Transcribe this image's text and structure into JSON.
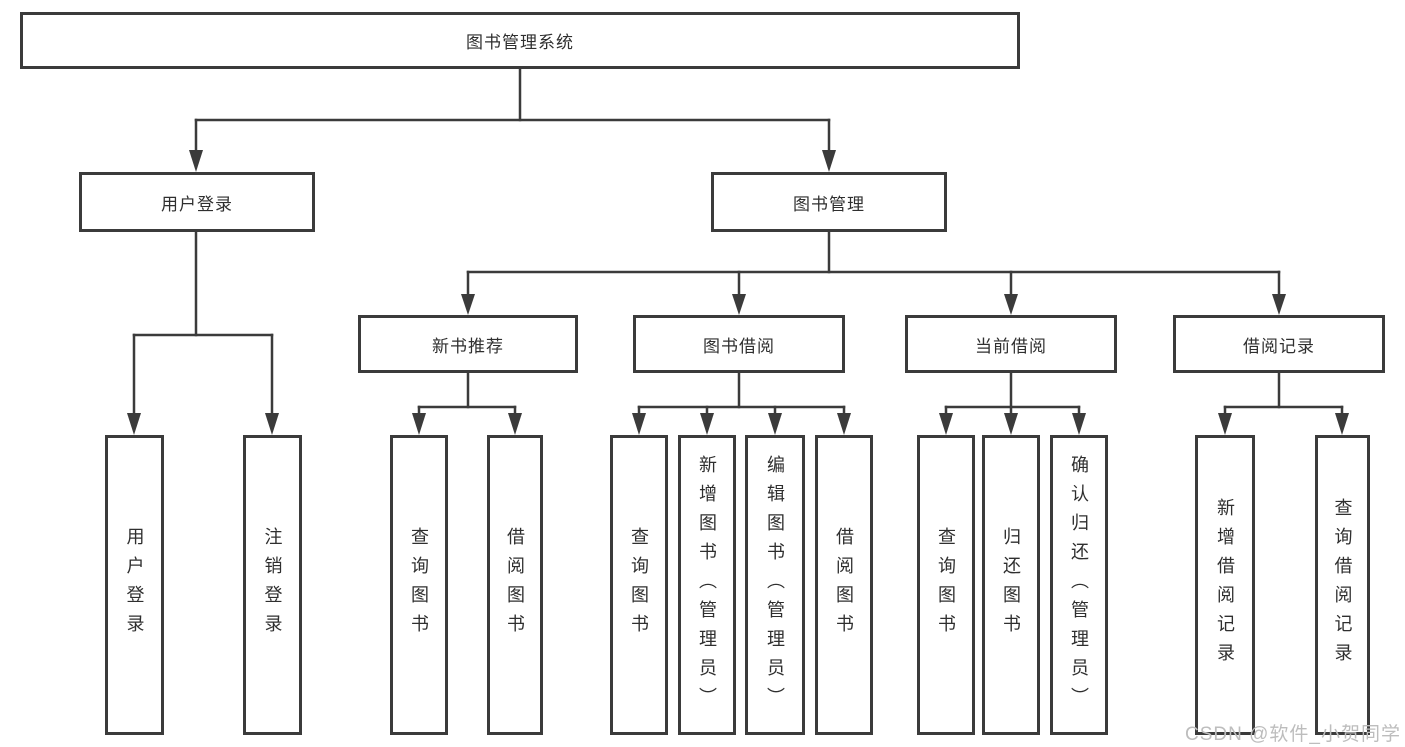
{
  "diagram": {
    "title": "图书管理系统",
    "root": {
      "label": "图书管理系统"
    },
    "level1": [
      {
        "label": "用户登录"
      },
      {
        "label": "图书管理"
      }
    ],
    "level2": [
      {
        "label": "新书推荐",
        "parent": "图书管理"
      },
      {
        "label": "图书借阅",
        "parent": "图书管理"
      },
      {
        "label": "当前借阅",
        "parent": "图书管理"
      },
      {
        "label": "借阅记录",
        "parent": "图书管理"
      }
    ],
    "leaves": [
      {
        "label": "用户登录",
        "parent": "用户登录"
      },
      {
        "label": "注销登录",
        "parent": "用户登录"
      },
      {
        "label": "查询图书",
        "parent": "新书推荐"
      },
      {
        "label": "借阅图书",
        "parent": "新书推荐"
      },
      {
        "label": "查询图书",
        "parent": "图书借阅"
      },
      {
        "label": "新增图书（管理员）",
        "parent": "图书借阅"
      },
      {
        "label": "编辑图书（管理员）",
        "parent": "图书借阅"
      },
      {
        "label": "借阅图书",
        "parent": "图书借阅"
      },
      {
        "label": "查询图书",
        "parent": "当前借阅"
      },
      {
        "label": "归还图书",
        "parent": "当前借阅"
      },
      {
        "label": "确认归还（管理员）",
        "parent": "当前借阅"
      },
      {
        "label": "新增借阅记录",
        "parent": "借阅记录"
      },
      {
        "label": "查询借阅记录",
        "parent": "借阅记录"
      }
    ],
    "colors": {
      "line": "#3b3b3b",
      "border": "#3b3b3b",
      "text": "#2f2f2f",
      "background": "#ffffff"
    }
  },
  "watermark": {
    "text": "CSDN @软件_小贺同学",
    "color": "#bdbdbd"
  }
}
